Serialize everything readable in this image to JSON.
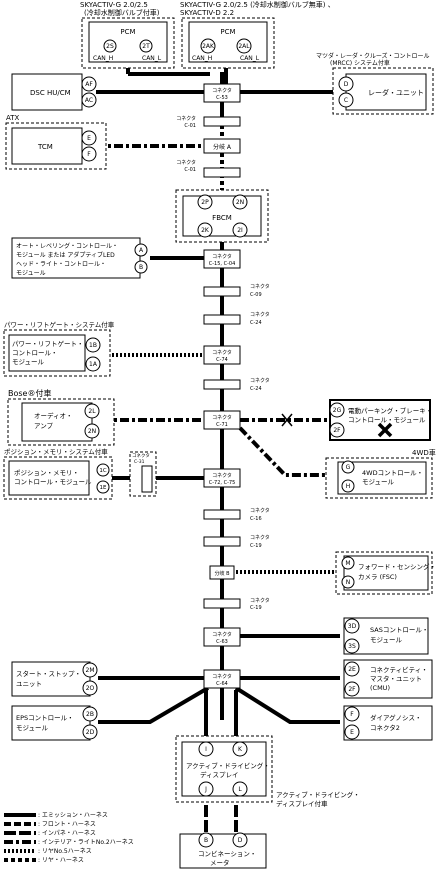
{
  "top": {
    "pcm1_note": "SKYACTIV-G 2.0/2.5",
    "pcm1_note2": "(冷却水制御バルブ付車)",
    "pcm2_note": "SKYACTIV-G 2.0/2.5 (冷却水制御バルブ無車) 、",
    "pcm2_note2": "SKYACTIV-D 2.2",
    "pcm": "PCM",
    "pcm1_pins": [
      "2S",
      "2T"
    ],
    "pcm2_pins": [
      "2AK",
      "2AL"
    ],
    "can_h": "CAN_H",
    "can_l": "CAN_L"
  },
  "modules": {
    "dsc": "DSC HU/CM",
    "dsc_pins": [
      "AF",
      "AC"
    ],
    "mrcc_note1": "マツダ・レーダ・クルーズ・コントロール",
    "mrcc_note2": "(MRCC) システム付車",
    "radar": "レーダ・ユニット",
    "radar_pins": [
      "D",
      "C"
    ],
    "atx": "ATX",
    "tcm": "TCM",
    "tcm_pins": [
      "E",
      "F"
    ],
    "fbcm": "FBCM",
    "fbcm_pins": [
      "2P",
      "2N",
      "2K",
      "2I"
    ],
    "als1": "オート・レベリング・コントロール・",
    "als2": "モジュール または アダプティブLED",
    "als3": "ヘッド・ライト・コントロール・",
    "als4": "モジュール",
    "als_pins": [
      "A",
      "B"
    ],
    "plg_note": "パワー・リフトゲート・システム付車",
    "plg1": "パワー・リフトゲート・",
    "plg2": "コントロール・",
    "plg3": "モジュール",
    "plg_pins": [
      "1B",
      "1A"
    ],
    "bose_note": "Bose®付車",
    "audio1": "オーディオ・",
    "audio2": "アンプ",
    "audio_pins": [
      "2L",
      "2N"
    ],
    "epb1": "電動パーキング・ブレーキ・",
    "epb2": "コントロール・モジュール",
    "epb_pins": [
      "2G",
      "2F"
    ],
    "awd_note": "4WD車",
    "awd1": "4WDコントロール・",
    "awd2": "モジュール",
    "awd_pins": [
      "G",
      "H"
    ],
    "mem_note": "ポジション・メモリ・システム付車",
    "mem1": "ポジション・メモリ・",
    "mem2": "コントロール・モジュール",
    "mem_pins": [
      "1C",
      "1E"
    ],
    "fsc1": "フォワード・センシング・",
    "fsc2": "カメラ (FSC)",
    "fsc_pins": [
      "M",
      "N"
    ],
    "sas1": "SASコントロール・",
    "sas2": "モジュール",
    "sas_pins": [
      "3D",
      "3S"
    ],
    "ss1": "スタート・ストップ・",
    "ss2": "ユニット",
    "ss_pins": [
      "2M",
      "2O"
    ],
    "cmu1": "コネクティビティ・",
    "cmu2": "マスタ・ユニット",
    "cmu3": "(CMU)",
    "cmu_pins": [
      "2E",
      "2F"
    ],
    "eps1": "EPSコントロール・",
    "eps2": "モジュール",
    "eps_pins": [
      "2B",
      "2D"
    ],
    "diag1": "ダイアグノシス・",
    "diag2": "コネクタ2",
    "diag_pins": [
      "F",
      "E"
    ],
    "ad1": "アクティブ・ドライビング・",
    "ad2": "ディスプレイ",
    "ad_pins": [
      "I",
      "K",
      "J",
      "L"
    ],
    "ad_note1": "アクティブ・ドライビング・",
    "ad_note2": "ディスプレイ付車",
    "meter1": "コンビネーション・",
    "meter2": "メータ",
    "meter_pins": [
      "B",
      "D"
    ]
  },
  "connectors": {
    "word": "コネクタ",
    "c53": "C-53",
    "c01": "C-01",
    "c15": "C-15, C-04",
    "c09": "C-09",
    "c24": "C-24",
    "c74": "C-74",
    "c71": "C-71",
    "c72": "C-72, C-75",
    "c31": "C-31",
    "c16": "C-16",
    "c19": "C-19",
    "c63": "C-63",
    "c64": "C-64",
    "joint_a": "分岐 A",
    "joint_b": "分岐 B"
  },
  "legend": [
    ": エミッション・ハーネス",
    ": フロント・ハーネス",
    ": インパネ・ハーネス",
    ": インテリア・ライトNo.2ハーネス",
    ": リヤNo.5ハーネス",
    ": リヤ・ハーネス"
  ]
}
